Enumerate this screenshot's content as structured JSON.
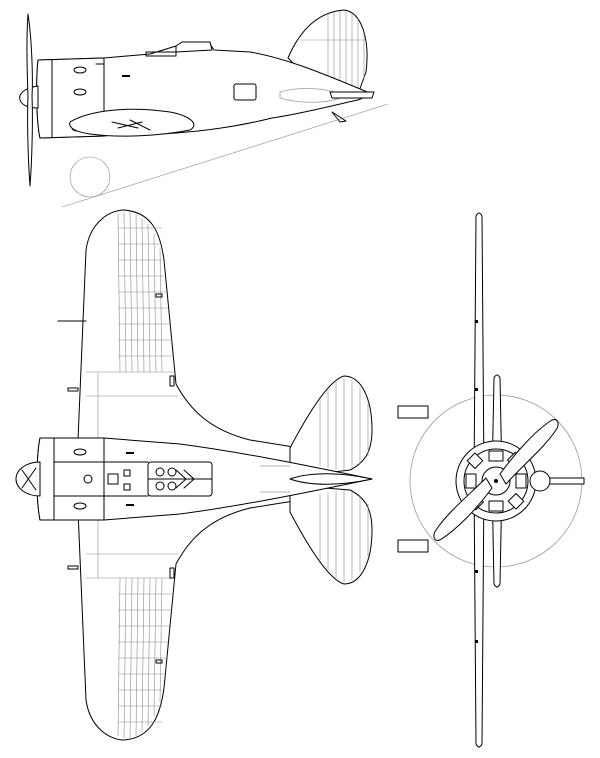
{
  "drawing": {
    "views": [
      "side",
      "top",
      "front"
    ],
    "line_color": "#000000",
    "detail_color": "#8c8c8c",
    "background": "#ffffff"
  }
}
